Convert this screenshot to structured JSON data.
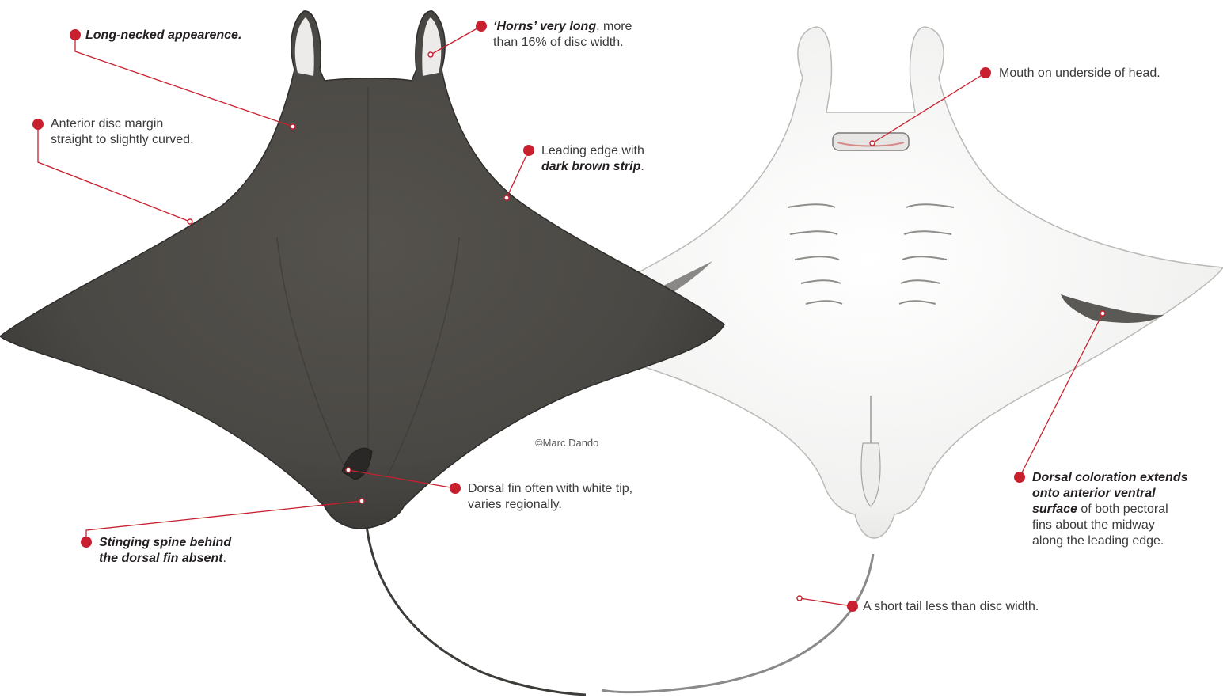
{
  "colors": {
    "accent": "#c8202f",
    "dark_ray": "#4a4844",
    "light_ray": "#f2f2f1",
    "text": "#3a3a3a"
  },
  "credit": "©Marc Dando",
  "callouts": {
    "neck": {
      "bold": "Long-necked appearence.",
      "rest": ""
    },
    "horns": {
      "bold": "‘Horns’ very long",
      "rest1": ", more",
      "line2": "than 16% of disc width."
    },
    "anterior_margin": {
      "line1": "Anterior disc margin",
      "line2": "straight to slightly curved."
    },
    "leading_edge": {
      "line1": "Leading edge with",
      "bold": "dark brown strip",
      "tail": "."
    },
    "mouth": {
      "line1": "Mouth on underside of head."
    },
    "dorsal_fin": {
      "line1": "Dorsal fin often with white tip,",
      "line2": "varies regionally."
    },
    "spine": {
      "bold1": "Stinging spine behind",
      "bold2": "the dorsal fin absent",
      "tail": "."
    },
    "ventral": {
      "bold1": "Dorsal coloration extends",
      "bold2": "onto anterior ventral",
      "bold3": "surface",
      "rest3": " of both pectoral",
      "line4": "fins about the midway",
      "line5": "along the leading edge."
    },
    "tail": {
      "line1": "A short tail less than disc width."
    }
  }
}
